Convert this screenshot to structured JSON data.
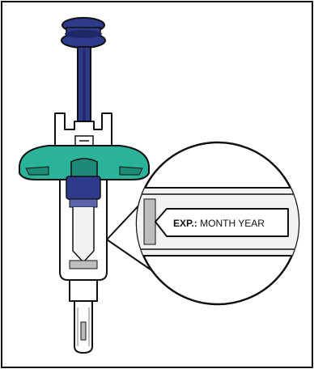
{
  "label": {
    "exp_bold": "EXP.:",
    "exp_rest": " MONTH YEAR"
  },
  "colors": {
    "plunger": "#2e3a8c",
    "plunger_dark": "#1f2766",
    "flange": "#2bb39a",
    "flange_dark": "#1c8a76",
    "outline": "#111111",
    "barrel_fill": "#f2f2f2",
    "shade": "#bdbdbd"
  },
  "icons": [
    "syringe-illustration",
    "magnifier-circle",
    "label-arrow-icon"
  ]
}
